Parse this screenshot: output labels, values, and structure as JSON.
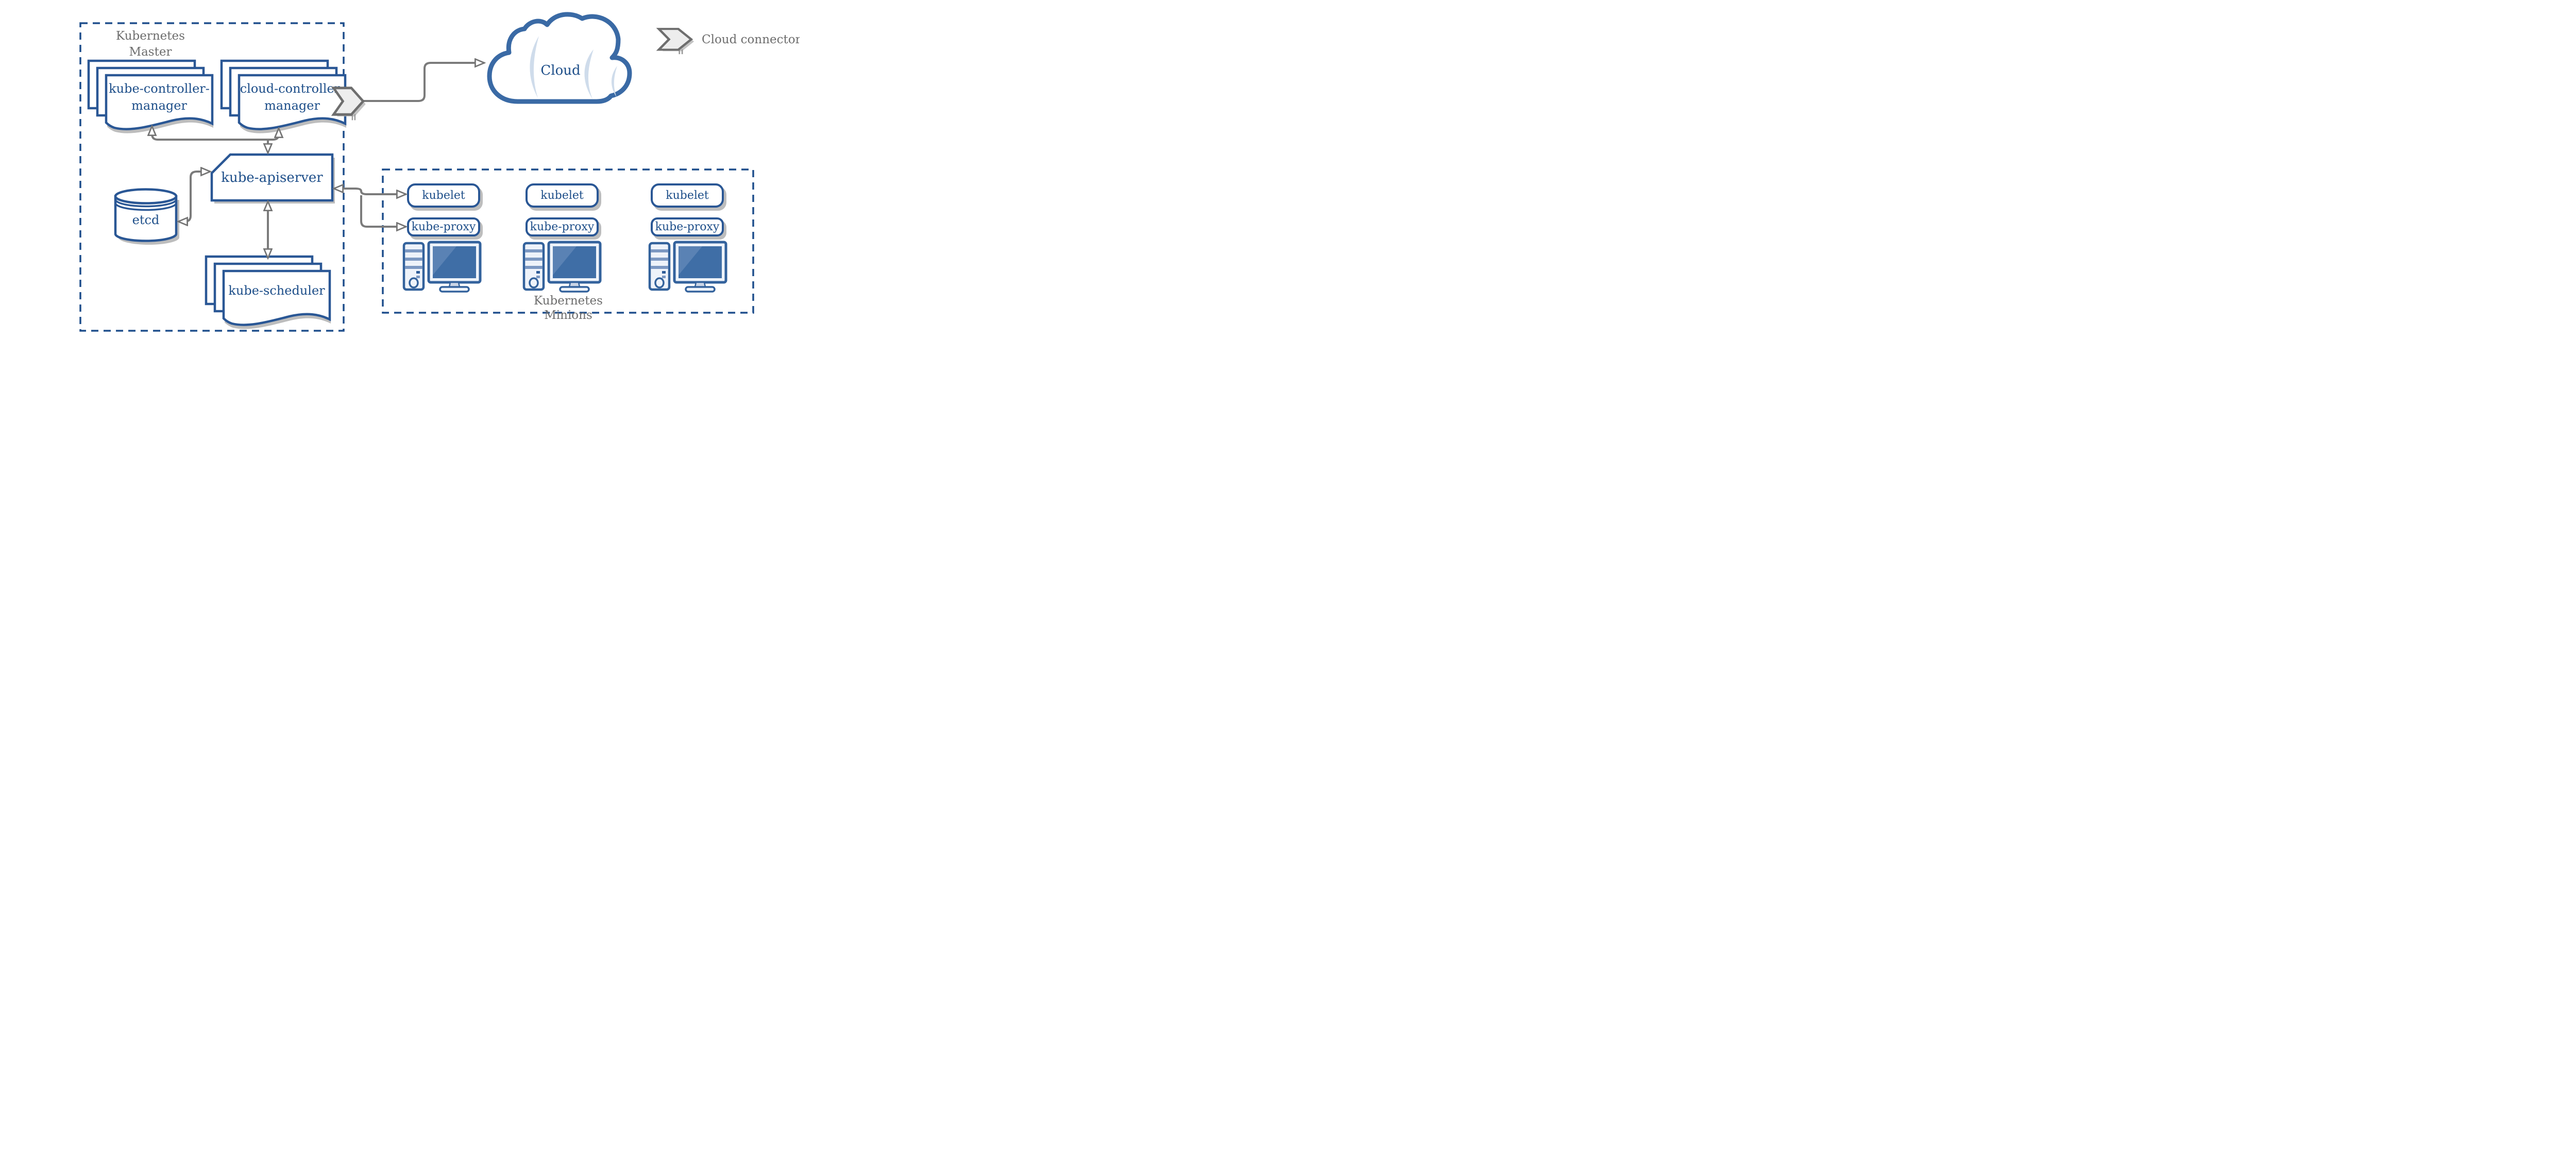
{
  "master": {
    "label_line1": "Kubernetes",
    "label_line2": "Master",
    "kube_controller_manager_line1": "kube-controller-",
    "kube_controller_manager_line2": "manager",
    "cloud_controller_manager_line1": "cloud-controller-",
    "cloud_controller_manager_line2": "manager",
    "kube_apiserver": "kube-apiserver",
    "etcd": "etcd",
    "kube_scheduler": "kube-scheduler"
  },
  "cloud": {
    "label": "Cloud"
  },
  "legend": {
    "label": "Cloud connector"
  },
  "minions": {
    "label_line1": "Kubernetes",
    "label_line2": "Minions",
    "nodes": [
      {
        "kubelet": "kubelet",
        "kube_proxy": "kube-proxy"
      },
      {
        "kubelet": "kubelet",
        "kube_proxy": "kube-proxy"
      },
      {
        "kubelet": "kubelet",
        "kube_proxy": "kube-proxy"
      }
    ]
  },
  "colors": {
    "primary_blue": "#2a5795",
    "text_blue": "#1d4e89",
    "dash_blue": "#1e4e8c",
    "arrow_gray": "#7b7b7b",
    "label_gray": "#6d6d6d",
    "shadow_gray": "#bdbdbd",
    "screen_blue": "#3f6ea6",
    "screen_highlight": "#5a82b4",
    "cloud_shine": "#cfdceb",
    "chevron_fill": "#ededed",
    "chevron_border": "#6e6e6e"
  }
}
